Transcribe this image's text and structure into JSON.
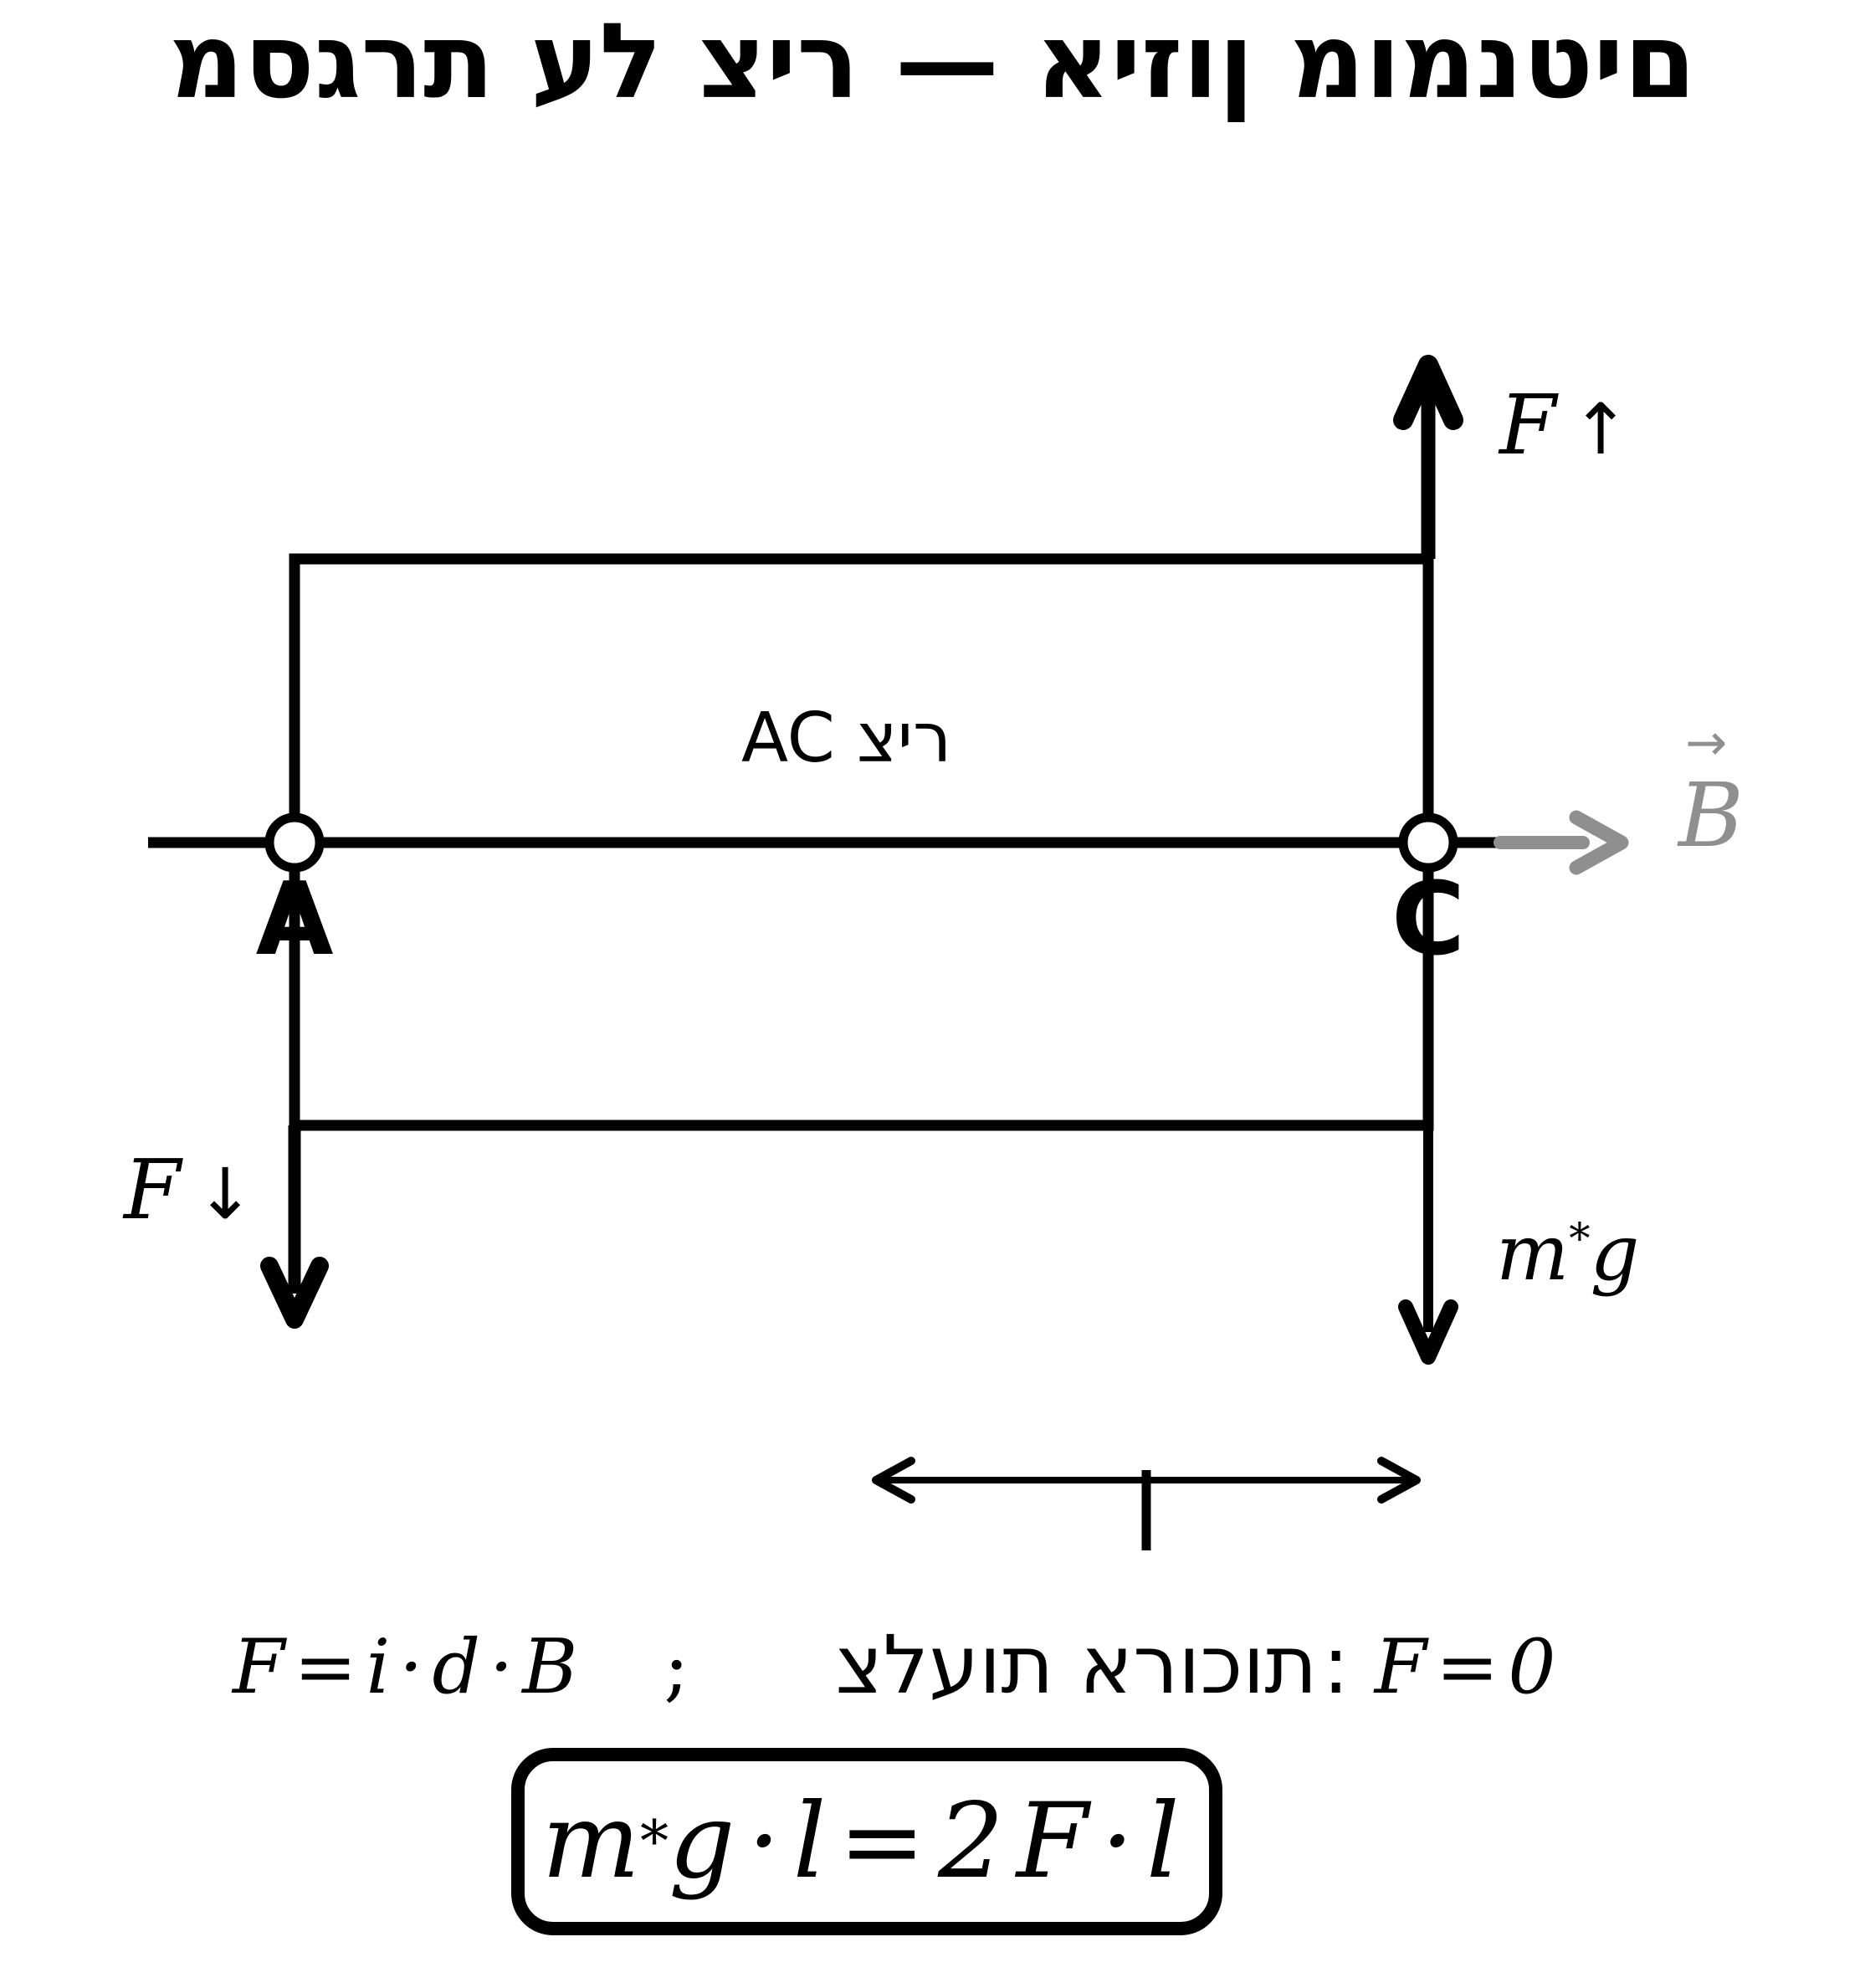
{
  "title": "מסגרת על ציר — איזון מומנטים",
  "colors": {
    "ink": "#000000",
    "field_gray": "#8f8f8f",
    "background": "#ffffff"
  },
  "frame": {
    "axis_label": "AC ציר",
    "pivot_a_label": "A",
    "pivot_c_label": "C"
  },
  "force_labels": {
    "up": {
      "symbol": "F",
      "arrow": "↑"
    },
    "down": {
      "symbol": "F",
      "arrow": "↓"
    },
    "weight": {
      "lead": "m",
      "sup": "*",
      "rest": "g"
    },
    "field": {
      "symbol": "B",
      "vector_mark": "→"
    }
  },
  "equations": {
    "line": {
      "lhs": "F=i·d·B",
      "separator": ";",
      "long_sides_text": "צלעות ארוכות",
      "colon": ":",
      "rhs": "F=0"
    },
    "boxed": {
      "lead": "m",
      "sup": "*",
      "rest": "g·l=2F·l"
    }
  }
}
